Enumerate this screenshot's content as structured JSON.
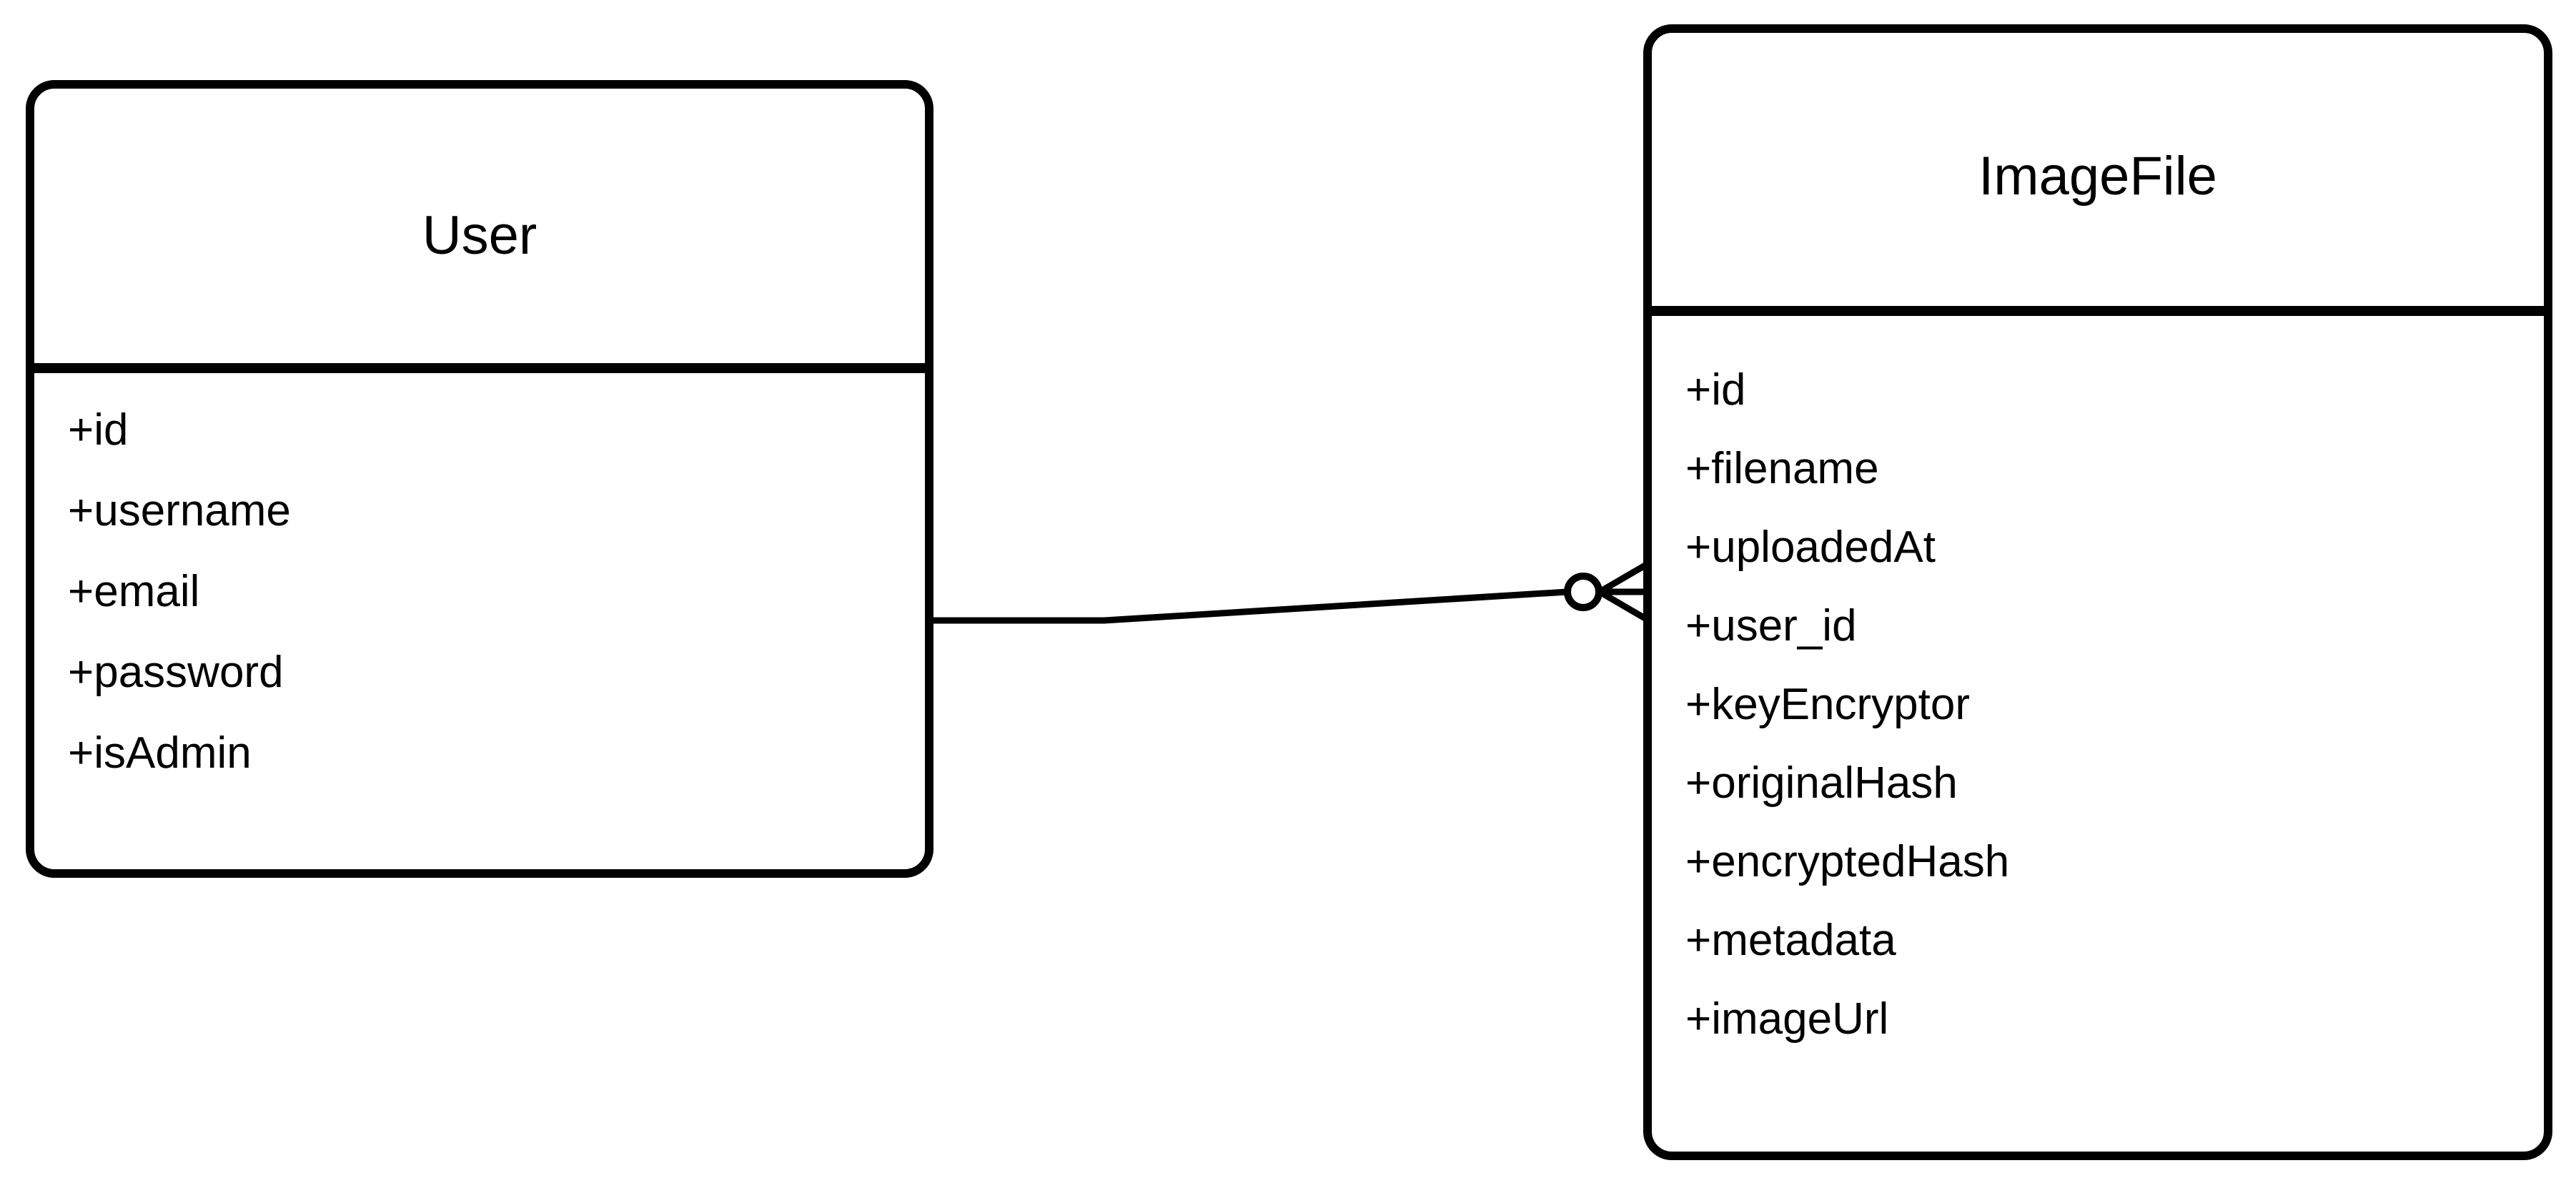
{
  "diagram": {
    "type": "uml-class-diagram",
    "notation": "crows-foot",
    "background_color": "#ffffff",
    "stroke_color": "#000000",
    "classes": [
      {
        "id": "user",
        "name": "User",
        "attributes": [
          "+id",
          "+username",
          "+email",
          "+password",
          "+isAdmin"
        ]
      },
      {
        "id": "imagefile",
        "name": "ImageFile",
        "attributes": [
          "+id",
          "+filename",
          "+uploadedAt",
          "+user_id",
          "+keyEncryptor",
          "+originalHash",
          "+encryptedHash",
          "+metadata",
          "+imageUrl"
        ]
      }
    ],
    "relationship": {
      "from": "User",
      "to": "ImageFile",
      "source_multiplicity": "1",
      "target_multiplicity": "0..*",
      "target_marker": "zero-or-many"
    }
  }
}
